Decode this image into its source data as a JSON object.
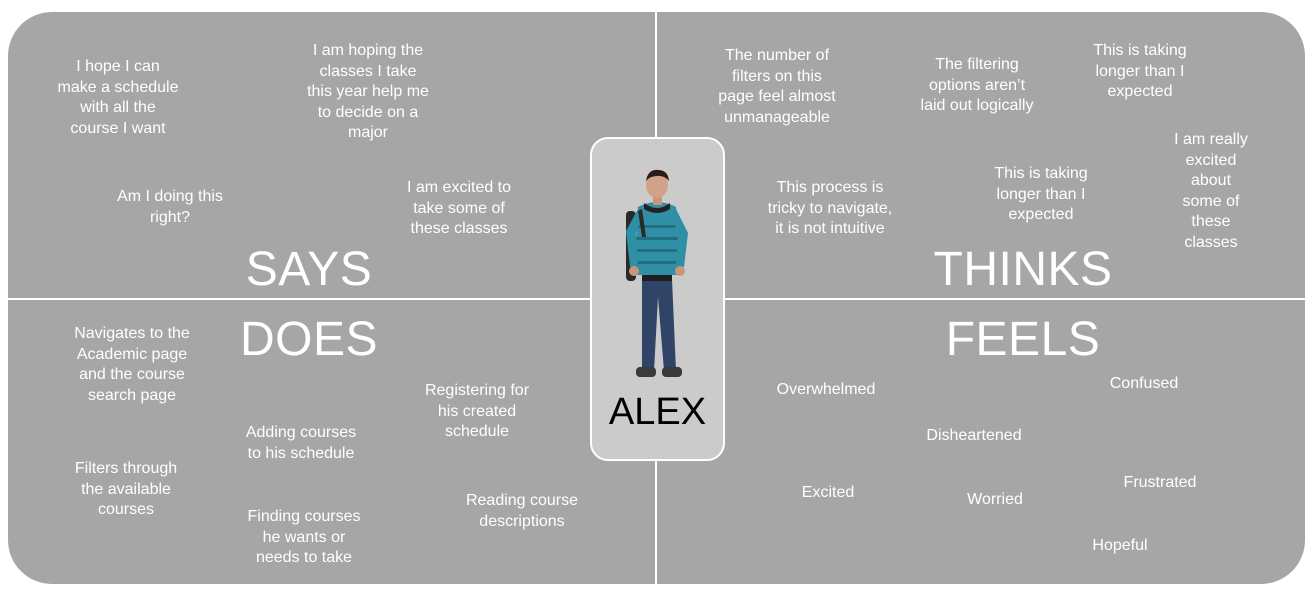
{
  "quadrants": {
    "says": {
      "title": "SAYS",
      "notes": [
        "I hope I can\nmake a schedule\nwith all the\ncourse I want",
        "I am hoping the\nclasses I take\nthis year help me\nto decide on a\nmajor",
        "Am I doing this\nright?",
        "I am excited to\ntake some of\nthese classes"
      ]
    },
    "thinks": {
      "title": "THINKS",
      "notes": [
        "The number of\nfilters on this\npage feel almost\nunmanageable",
        "The filtering\noptions aren’t\nlaid out logically",
        "This is taking\nlonger than I\nexpected",
        "I am really\nexcited about\nsome of these\nclasses",
        "This process is\ntricky to navigate,\nit is not intuitive",
        "This is taking\nlonger than I\nexpected"
      ]
    },
    "does": {
      "title": "DOES",
      "notes": [
        "Navigates to the\nAcademic page\nand the course\nsearch page",
        "Registering for\nhis created\nschedule",
        "Adding courses\nto his schedule",
        "Filters through\nthe available\ncourses",
        "Reading course\ndescriptions",
        "Finding courses\nhe wants or\nneeds to take"
      ]
    },
    "feels": {
      "title": "FEELS",
      "notes": [
        "Overwhelmed",
        "Confused",
        "Disheartened",
        "Frustrated",
        "Excited",
        "Worried",
        "Hopeful"
      ]
    }
  },
  "persona": {
    "name": "ALEX",
    "image": "student-standing-figure"
  },
  "colors": {
    "background": "#a6a6a6",
    "persona_card": "#cbcbcb",
    "text": "#ffffff",
    "jacket": "#2f8fa6"
  }
}
